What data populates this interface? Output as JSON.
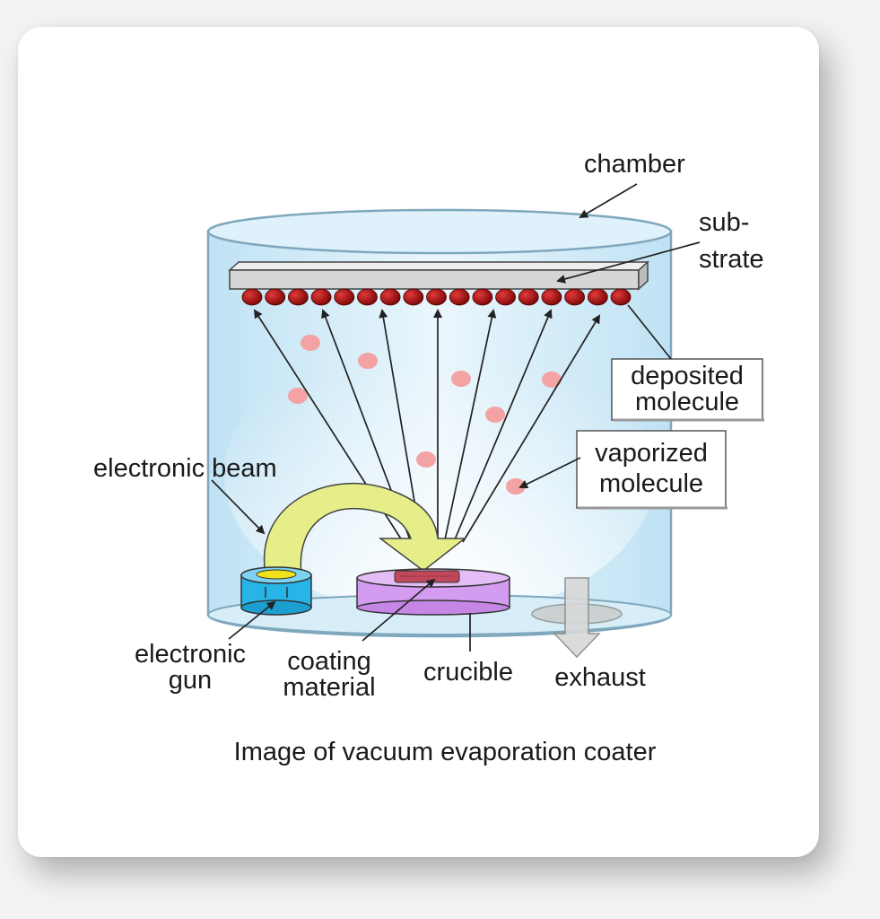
{
  "diagram": {
    "caption": "Image of vacuum evaporation coater",
    "labels": {
      "chamber": "chamber",
      "substrate_line1": "sub-",
      "substrate_line2": "strate",
      "deposited_line1": "deposited",
      "deposited_line2": "molecule",
      "vaporized_line1": "vaporized",
      "vaporized_line2": "molecule",
      "electronic_beam": "electronic beam",
      "electronic_gun_line1": "electronic",
      "electronic_gun_line2": "gun",
      "coating_line1": "coating",
      "coating_line2": "material",
      "crucible": "crucible",
      "exhaust": "exhaust"
    },
    "colors": {
      "chamber_fill": "#cfe9f7",
      "chamber_stroke": "#7fa7bd",
      "substrate": "#d9d9d9",
      "deposited_molecule": "#b01010",
      "vaporized_molecule": "#f3a3a3",
      "beam": "#e6ee8a",
      "gun": "#27b4e6",
      "crucible": "#d49cf0",
      "coating": "#c0485a",
      "exhaust_arrow": "#d8d8d8"
    }
  }
}
